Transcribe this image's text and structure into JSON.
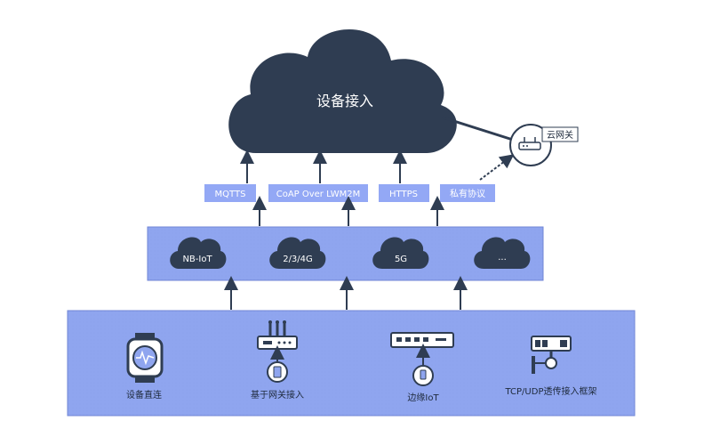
{
  "cloud": {
    "title": "设备接入"
  },
  "gateway": {
    "label": "云网关"
  },
  "protocols": [
    "MQTTS",
    "CoAP Over LWM2M",
    "HTTPS",
    "私有协议"
  ],
  "networks": [
    "NB-IoT",
    "2/3/4G",
    "5G",
    "..."
  ],
  "devices": [
    "设备直连",
    "基于网关接入",
    "边缘IoT",
    "TCP/UDP透传接入框架"
  ],
  "colors": {
    "dark": "#2f3d52",
    "panel": "#8fa5ef",
    "panel_border": "#7286d6",
    "tag": "#93a8f5"
  }
}
